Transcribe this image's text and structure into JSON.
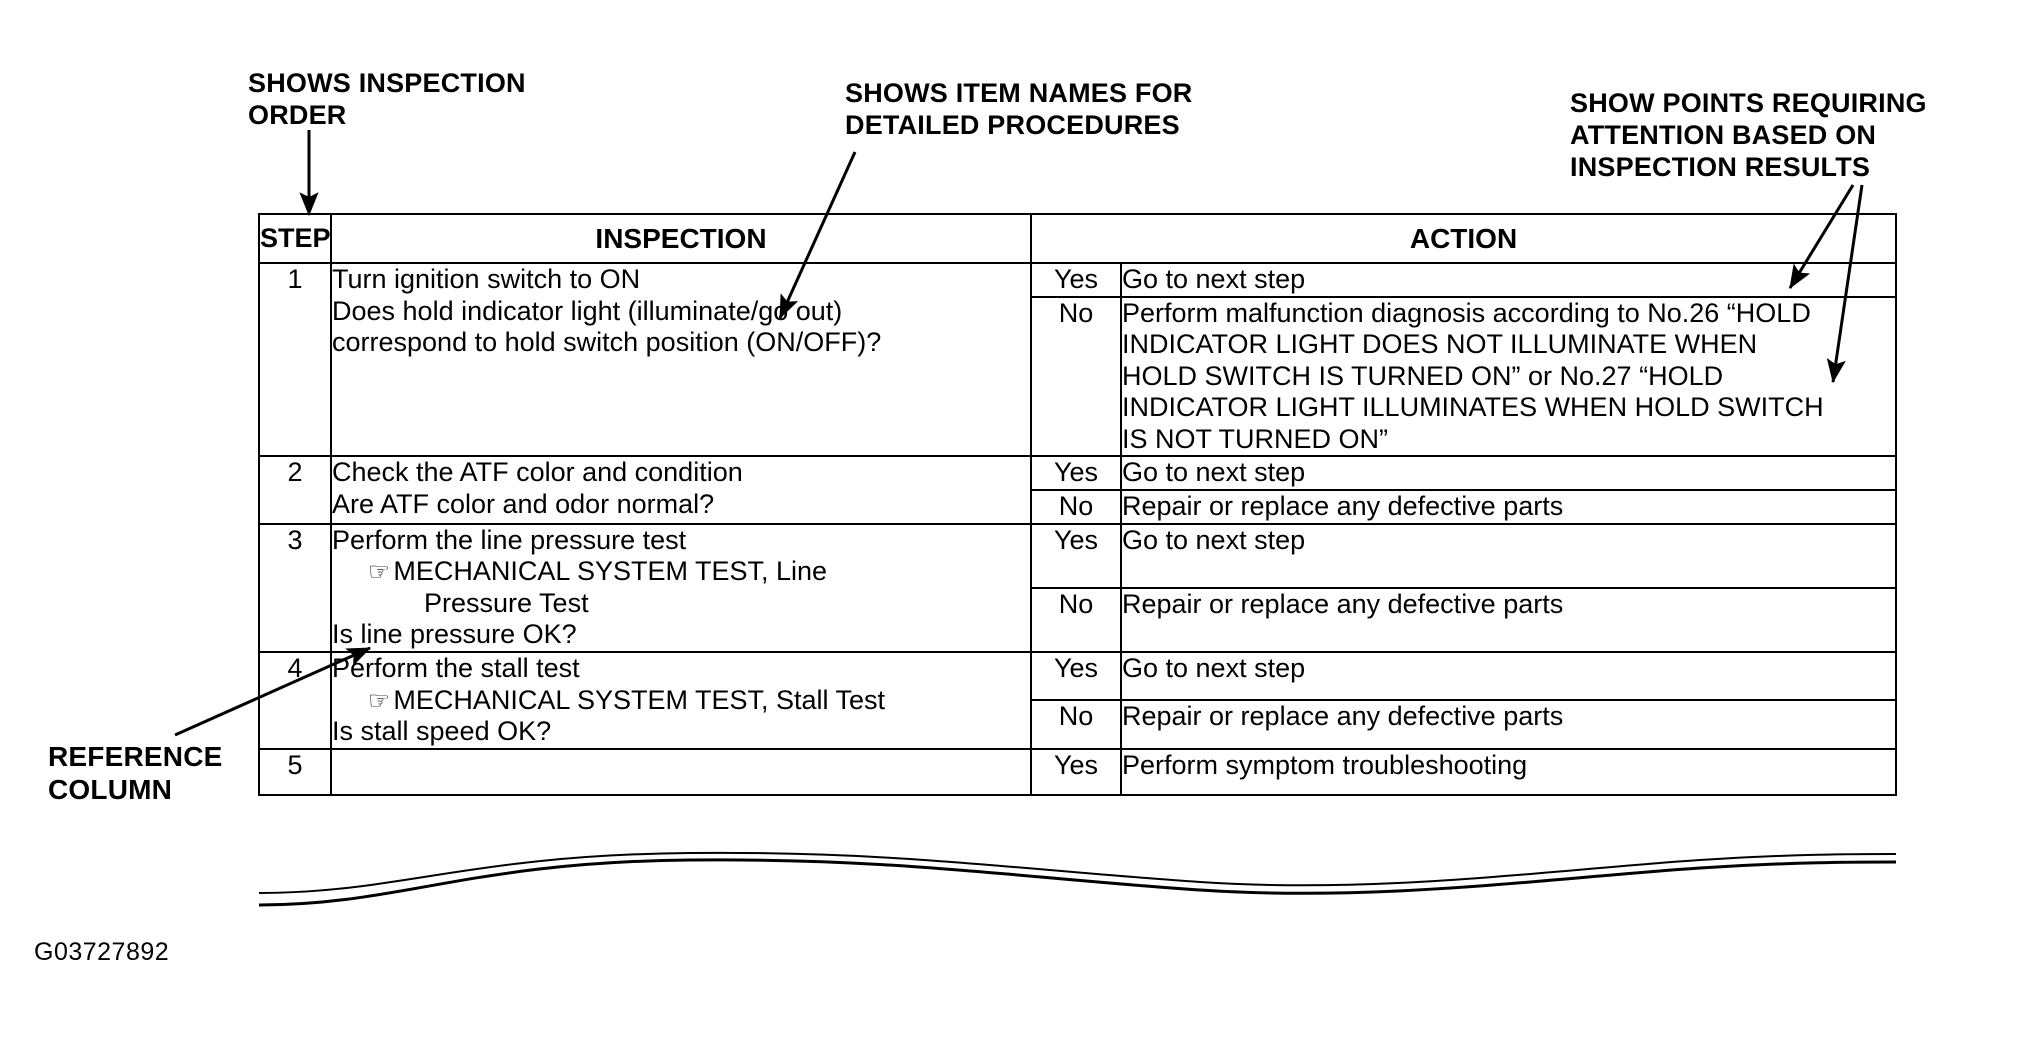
{
  "figure": {
    "id": "G03727892"
  },
  "callouts": {
    "inspection_order": "SHOWS INSPECTION\nORDER",
    "item_names": "SHOWS ITEM NAMES FOR\nDETAILED PROCEDURES",
    "attention_points": "SHOW POINTS REQUIRING\nATTENTION BASED ON\nINSPECTION RESULTS",
    "reference_column": "REFERENCE\nCOLUMN"
  },
  "table": {
    "headers": {
      "step": "STEP",
      "inspection": "INSPECTION",
      "action": "ACTION"
    },
    "rows": [
      {
        "step": "1",
        "inspection_lines": [
          "Turn ignition switch to ON",
          "Does hold indicator light (illuminate/go out)",
          "correspond to hold switch position (ON/OFF)?"
        ],
        "results": [
          {
            "answer": "Yes",
            "action": "Go to next step"
          },
          {
            "answer": "No",
            "action": "Perform malfunction diagnosis according to No.26 “HOLD\nINDICATOR LIGHT DOES NOT ILLUMINATE WHEN\nHOLD SWITCH IS TURNED ON” or No.27 “HOLD\nINDICATOR LIGHT ILLUMINATES WHEN HOLD SWITCH\nIS NOT TURNED ON”"
          }
        ]
      },
      {
        "step": "2",
        "inspection_lines": [
          "Check the ATF color and condition",
          "Are ATF color and odor normal?"
        ],
        "results": [
          {
            "answer": "Yes",
            "action": "Go to next step"
          },
          {
            "answer": "No",
            "action": "Repair or replace any defective parts"
          }
        ]
      },
      {
        "step": "3",
        "inspection_lines": [
          "Perform the line pressure test"
        ],
        "reference": {
          "icon": "pointing-hand-icon",
          "icon_glyph": "☞",
          "line1": "MECHANICAL SYSTEM TEST, Line",
          "line2": "Pressure Test"
        },
        "inspection_tail": [
          "Is line pressure OK?"
        ],
        "results": [
          {
            "answer": "Yes",
            "action": "Go to next step"
          },
          {
            "answer": "No",
            "action": "Repair or replace any defective parts"
          }
        ]
      },
      {
        "step": "4",
        "inspection_lines": [
          "Perform the stall test"
        ],
        "reference": {
          "icon": "pointing-hand-icon",
          "icon_glyph": "☞",
          "line1": "MECHANICAL SYSTEM TEST, Stall Test",
          "line2": ""
        },
        "inspection_tail": [
          "Is stall speed OK?"
        ],
        "results": [
          {
            "answer": "Yes",
            "action": "Go to next step"
          },
          {
            "answer": "No",
            "action": "Repair or replace any defective parts"
          }
        ]
      },
      {
        "step": "5",
        "inspection_lines": [],
        "results": [
          {
            "answer": "Yes",
            "action": "Perform symptom troubleshooting"
          }
        ]
      }
    ]
  },
  "colors": {
    "ink": "#000000",
    "paper": "#ffffff"
  }
}
